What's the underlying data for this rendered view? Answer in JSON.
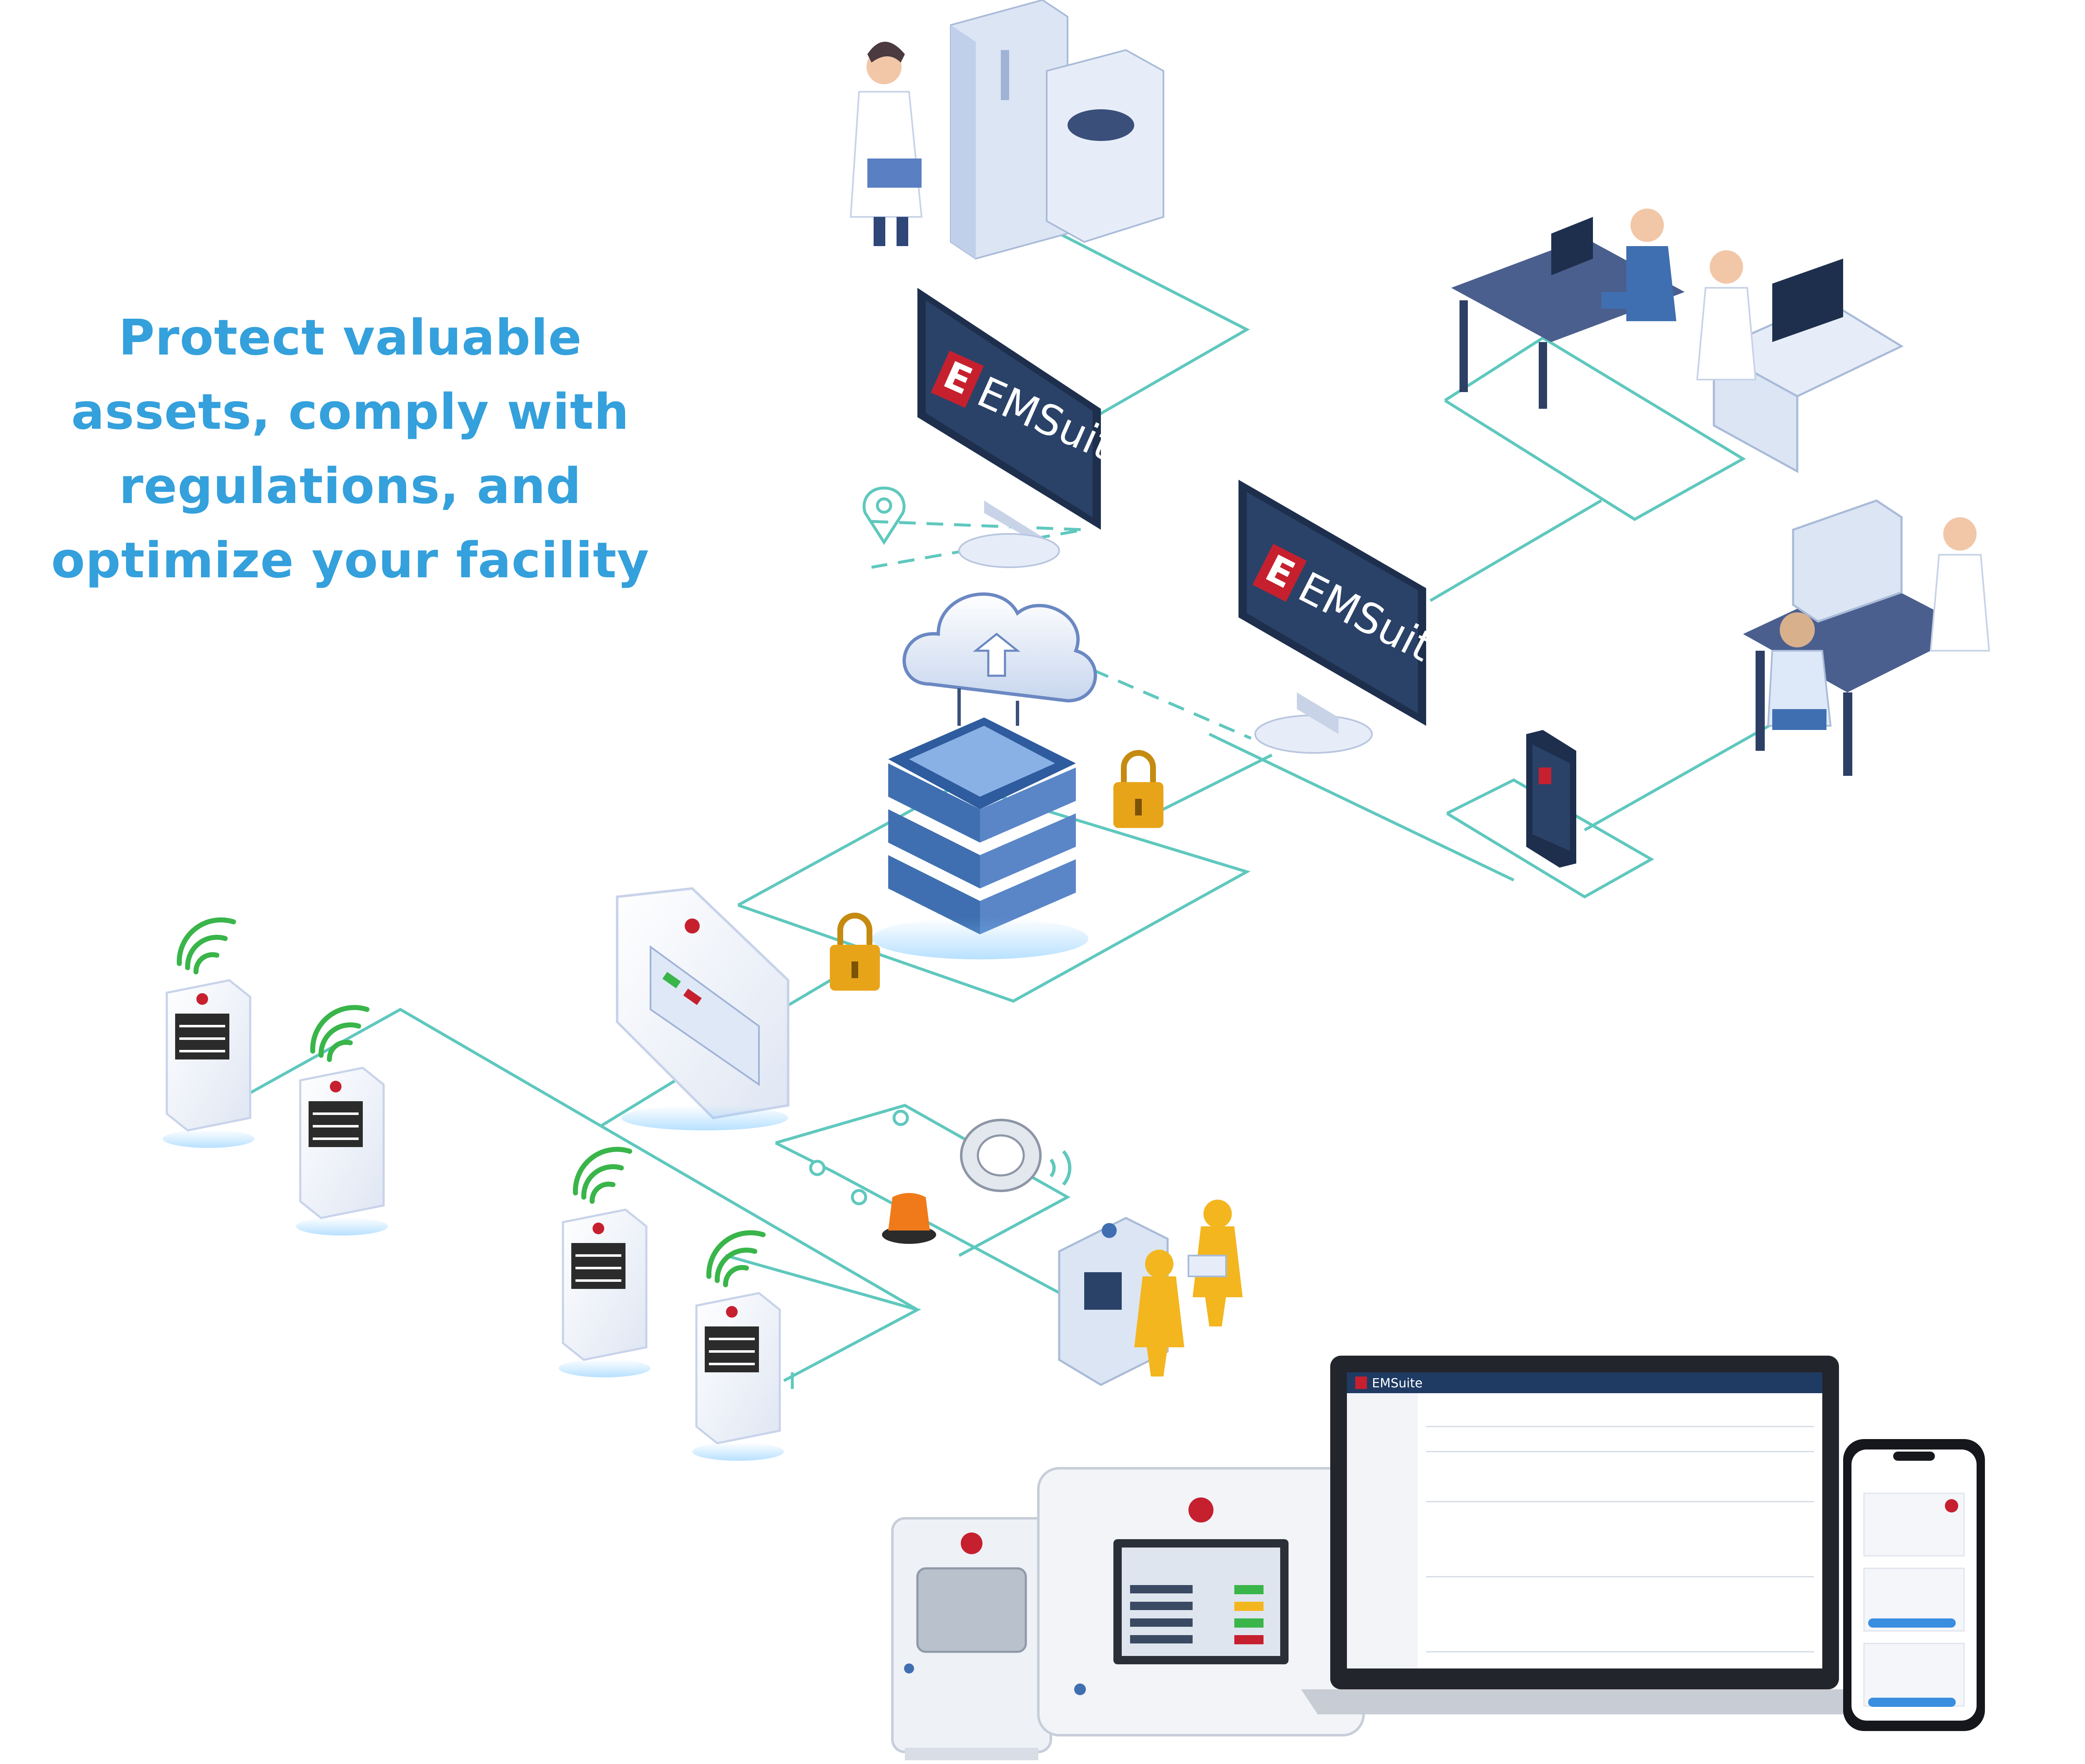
{
  "headline": {
    "lines": [
      "Protect valuable",
      "assets, comply with",
      "regulations, and",
      "optimize your facility"
    ]
  },
  "monitors": [
    {
      "brand": "EMSuite"
    },
    {
      "brand": "EMSuite"
    }
  ],
  "brand_logo_letter": "E",
  "laptop_app": {
    "title": "EMSuite"
  },
  "colors": {
    "headline": "#34a0dc",
    "connector": "#5fc8be",
    "monitor_screen": "#243b5e",
    "brand_red": "#c6202f",
    "server_blue": "#3f6fb0",
    "lock_gold": "#e8a419",
    "sensor_signal": "#39b54a",
    "beacon_orange": "#f07a1a",
    "hazmat_yellow": "#f3b61f"
  },
  "icons": [
    "cloud-upload-icon",
    "lock-icon",
    "location-pin-icon",
    "wifi-signal-icon",
    "alarm-beacon-icon",
    "smoke-detector-icon",
    "server-stack-icon"
  ]
}
